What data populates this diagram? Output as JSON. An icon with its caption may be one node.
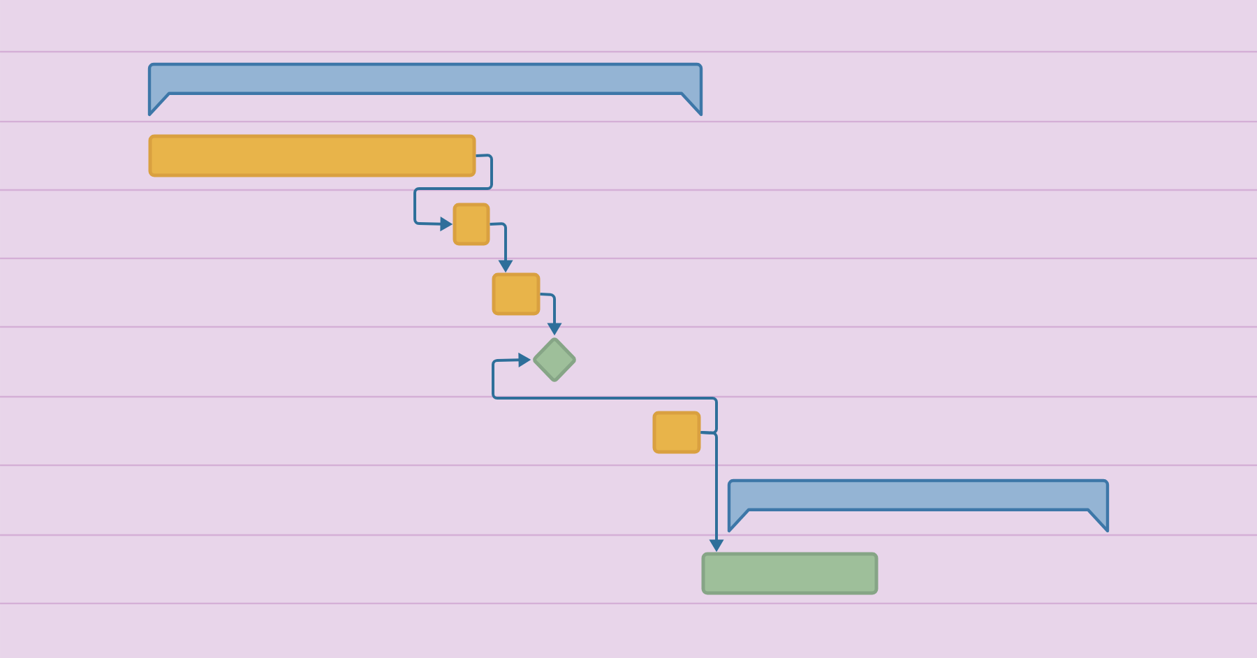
{
  "diagram": {
    "nodes": [
      {
        "text": [],
        "shape": "bar"
      },
      {
        "text": [],
        "shape": "bar"
      },
      {
        "text": [],
        "shape": "box"
      },
      {
        "text": [],
        "shape": "box"
      },
      {
        "text": [],
        "shape": "diamond"
      },
      {
        "text": [],
        "shape": "box"
      },
      {
        "text": [],
        "shape": "bar"
      },
      {
        "text": [],
        "shape": "bar"
      }
    ],
    "edges": [
      {
        "from": 1,
        "to": 2,
        "arrow": "to"
      },
      {
        "from": 2,
        "to": 3,
        "arrow": "to"
      },
      {
        "from": 3,
        "to": 4,
        "arrow": "to"
      },
      {
        "from": 5,
        "to": 4,
        "arrow": "to"
      },
      {
        "from": 5,
        "to": 7,
        "arrow": "to"
      }
    ]
  }
}
